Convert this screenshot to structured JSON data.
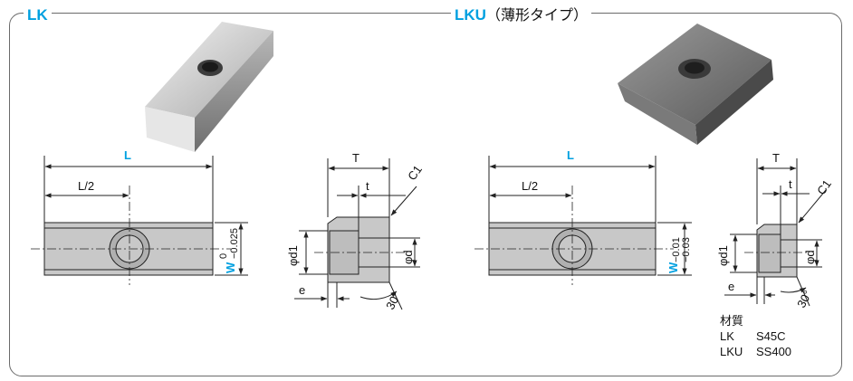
{
  "titles": {
    "lk": "LK",
    "lku": "LKU",
    "lku_sub": "（薄形タイプ）"
  },
  "dims": {
    "L": "L",
    "L_half": "L/2",
    "W": "W",
    "lk_w_tol_upper": "0",
    "lk_w_tol_lower": "−0.025",
    "lku_w_tol_upper": "−0.01",
    "lku_w_tol_lower": "−0.03",
    "T": "T",
    "t": "t",
    "C1": "C1",
    "d1": "φd1",
    "d": "φd",
    "e": "e",
    "angle": "30°"
  },
  "material": {
    "heading": "材質",
    "rows": [
      {
        "model": "LK",
        "grade": "S45C"
      },
      {
        "model": "LKU",
        "grade": "SS400"
      }
    ]
  },
  "colors": {
    "accent": "#00a0e0",
    "part_fill": "#c8c8c8",
    "line": "#222222"
  }
}
